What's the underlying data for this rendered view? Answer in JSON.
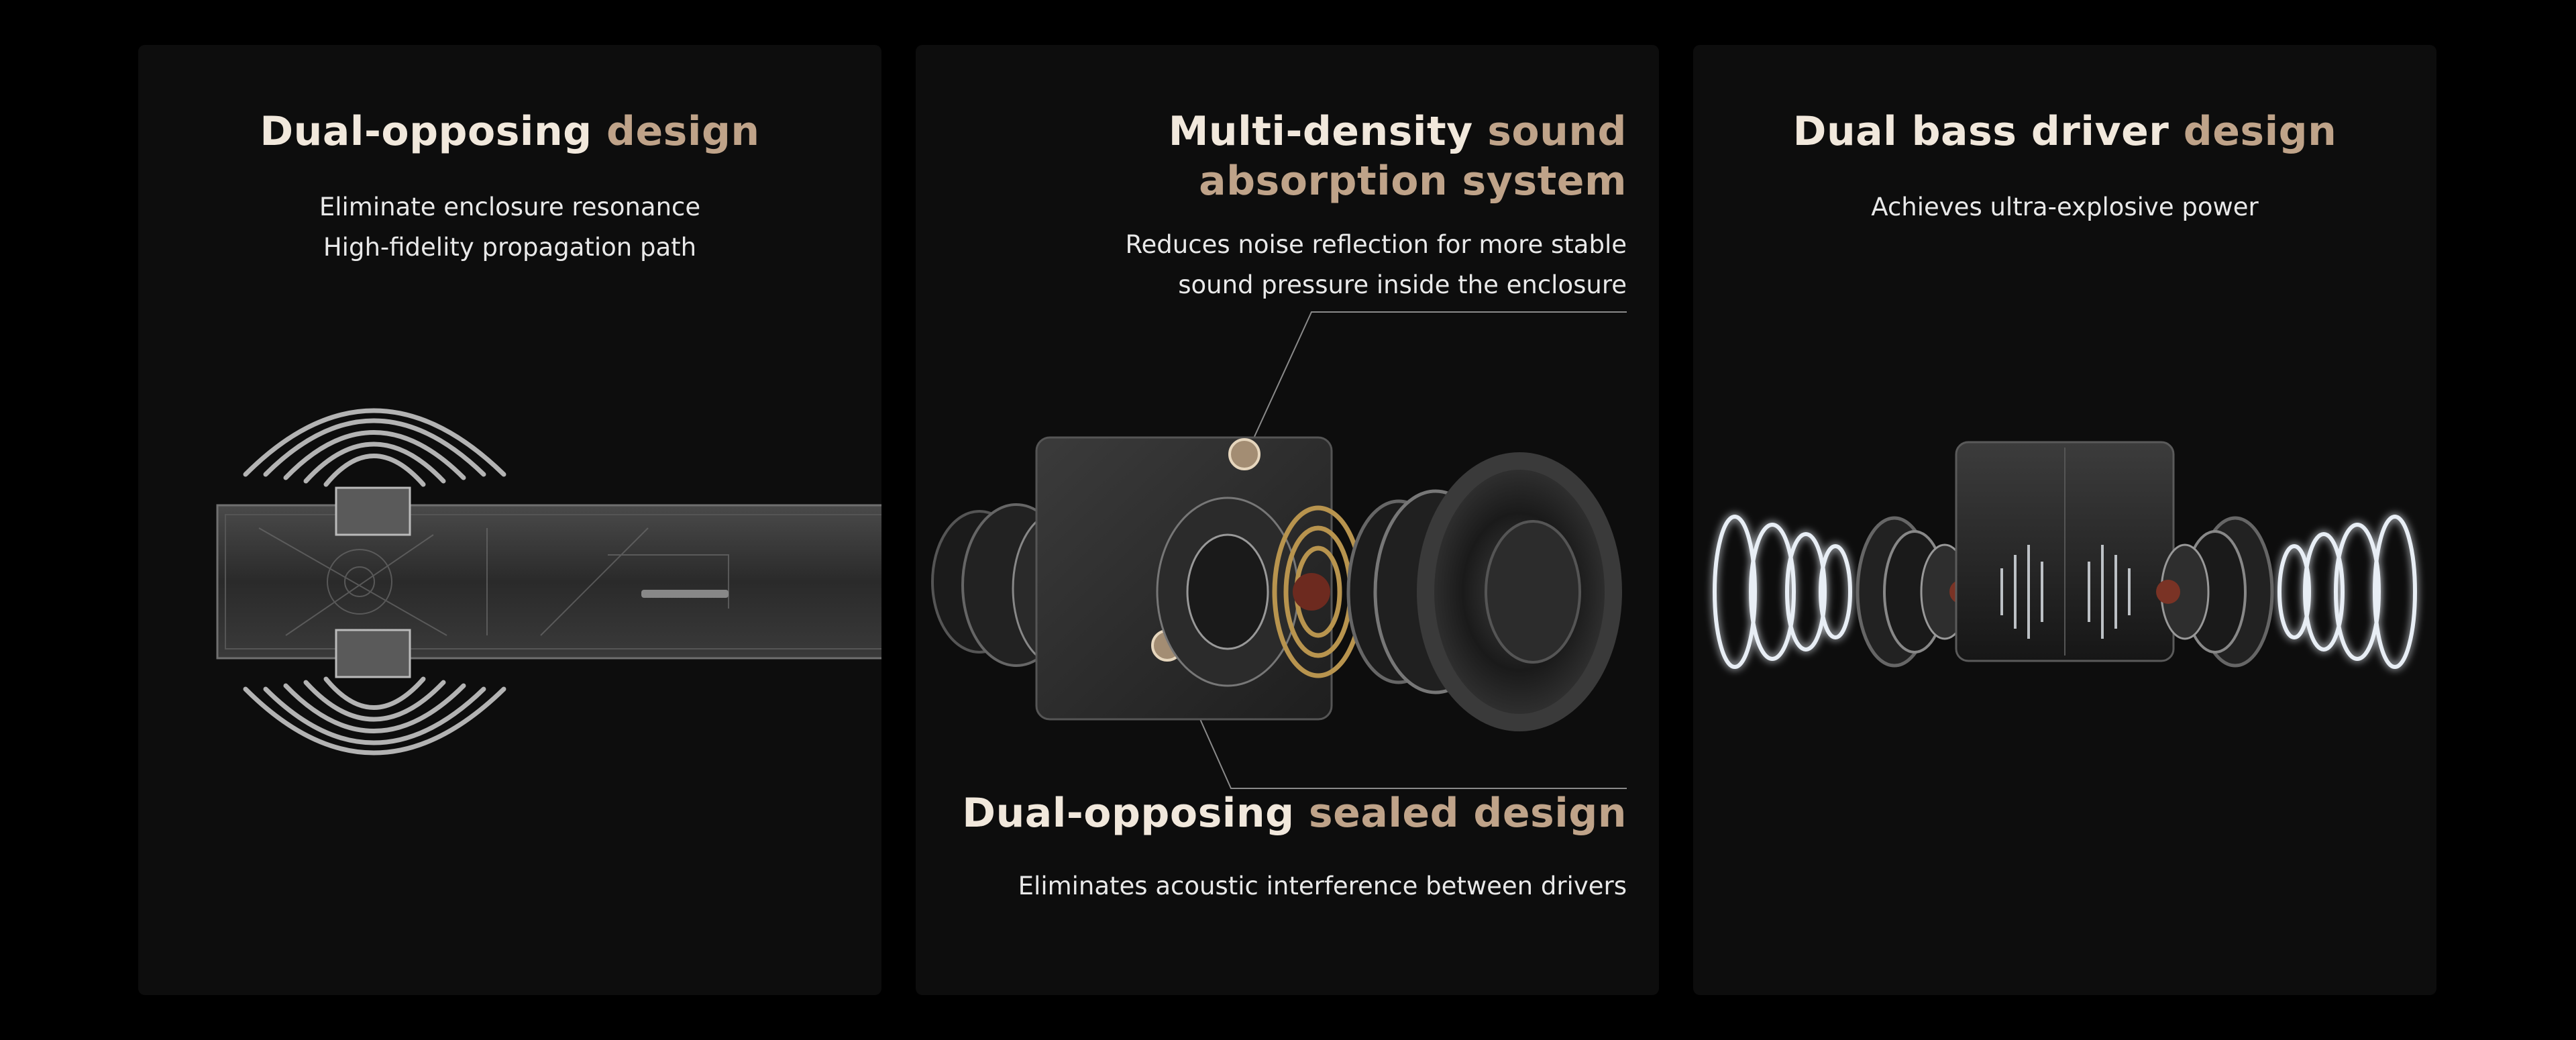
{
  "panels": [
    {
      "title_white": "Dual-opposing",
      "title_gold": "design",
      "lines": [
        "Eliminate enclosure resonance",
        "High-fidelity propagation path"
      ]
    },
    {
      "title_line1_white": "Multi-density",
      "title_line1_gold": "sound",
      "title_line2_gold": "absorption system",
      "lines": [
        "Reduces noise reflection for more stable",
        "sound pressure inside the enclosure"
      ],
      "bottom_title_white": "Dual-opposing",
      "bottom_title_gold": "sealed design",
      "bottom_line": "Eliminates acoustic interference between drivers"
    },
    {
      "title_white": "Dual bass driver",
      "title_gold": "design",
      "lines": [
        "Achieves ultra-explosive power"
      ]
    }
  ],
  "colors": {
    "background": "#000000",
    "panel": "#0d0d0d",
    "title_white": "#f1e8dc",
    "title_gold": "#bfa389",
    "body_text": "#e9e9e9"
  }
}
